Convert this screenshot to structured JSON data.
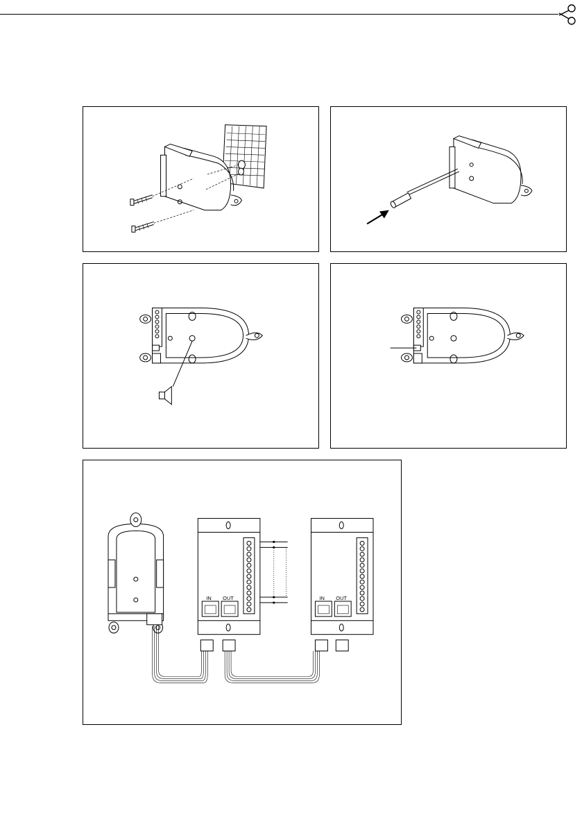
{
  "header": {
    "cut_line": "cut-line",
    "scissors_icon": "scissors-icon"
  },
  "panels": [
    {
      "id": "p1",
      "content": "unit-mounting-screws"
    },
    {
      "id": "p2",
      "content": "screwdriver-adjustment"
    },
    {
      "id": "p3",
      "content": "volume-speaker-adjustment"
    },
    {
      "id": "p4",
      "content": "switch-indicator"
    },
    {
      "id": "p5",
      "content": "connection-wiring"
    }
  ],
  "connectors": {
    "module1_in_label": "IN",
    "module1_out_label": "OUT",
    "module2_in_label": "IN",
    "module2_out_label": "OUT"
  },
  "colors": {
    "line": "#000000",
    "background": "#ffffff"
  }
}
